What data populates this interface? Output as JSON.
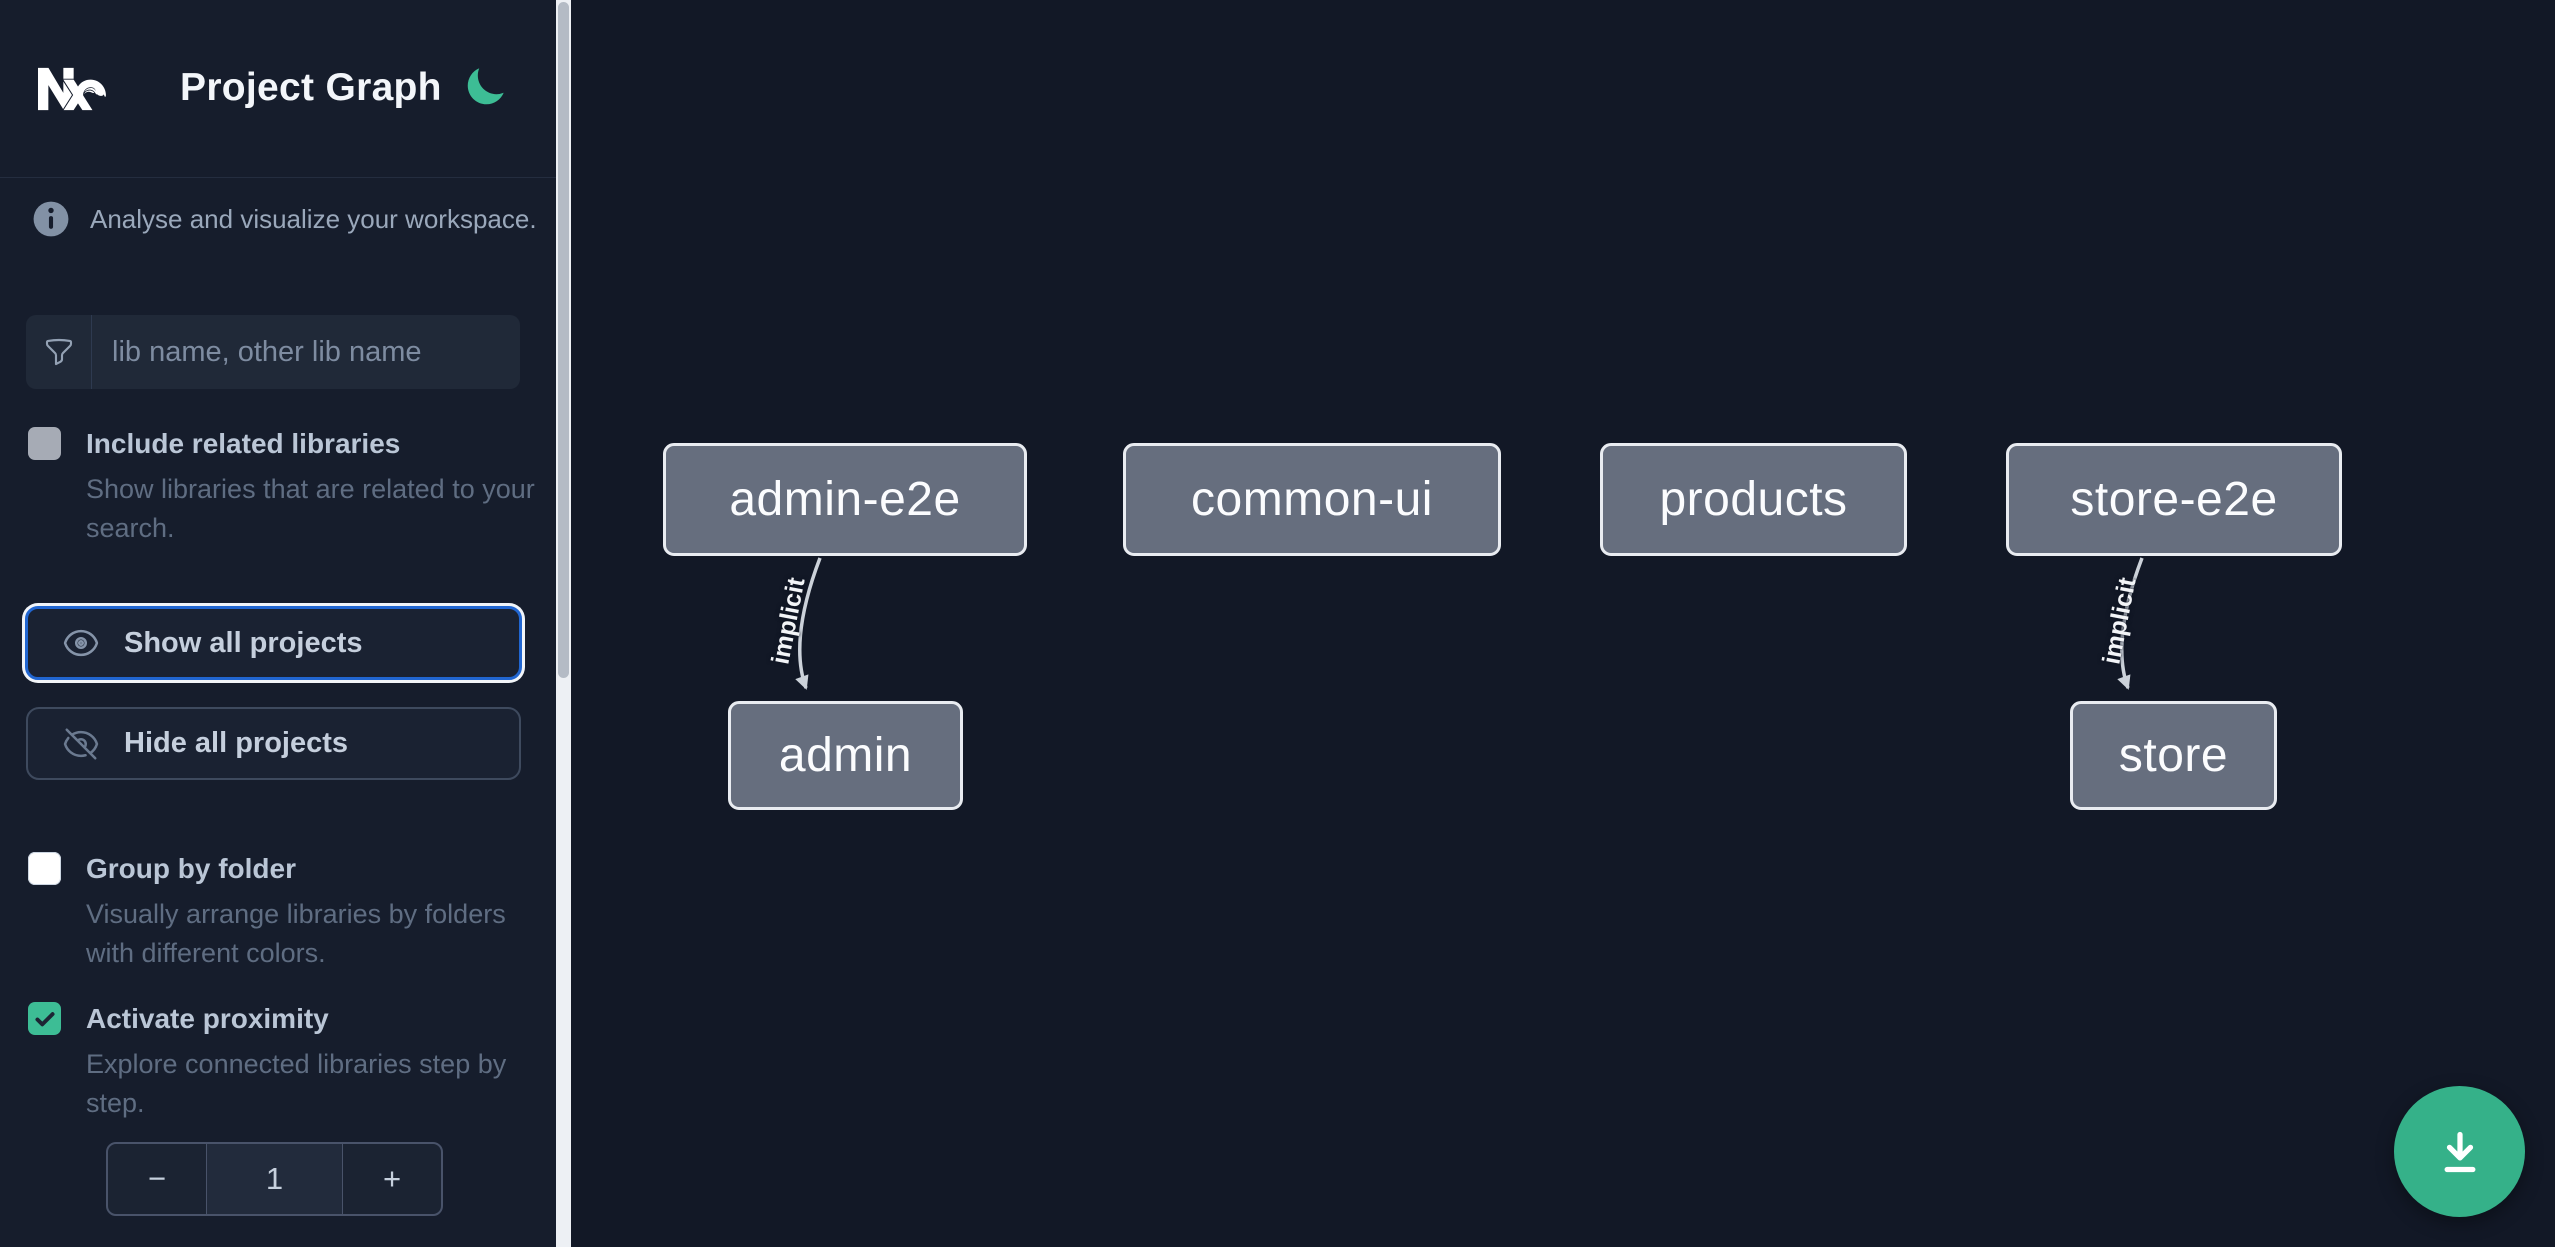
{
  "header": {
    "title": "Project Graph",
    "logo_icon": "nx-logo",
    "theme_toggle_icon": "moon-icon"
  },
  "sidebar": {
    "tagline": "Analyse and visualize your workspace.",
    "tagline_icon": "info-icon",
    "filter": {
      "icon": "funnel-icon",
      "placeholder": "lib name, other lib name",
      "value": ""
    },
    "include_related": {
      "label": "Include related libraries",
      "description": "Show libraries that are related to your search.",
      "checked": false
    },
    "show_all": {
      "label": "Show all projects",
      "icon": "eye-icon",
      "focused": true
    },
    "hide_all": {
      "label": "Hide all projects",
      "icon": "eye-off-icon"
    },
    "group_by_folder": {
      "label": "Group by folder",
      "description": "Visually arrange libraries by folders with different colors.",
      "checked": false
    },
    "activate_proximity": {
      "label": "Activate proximity",
      "description": "Explore connected libraries step by step.",
      "checked": true
    },
    "proximity_stepper": {
      "decrement_label": "−",
      "value": "1",
      "increment_label": "+"
    }
  },
  "graph": {
    "nodes": [
      {
        "label": "admin-e2e"
      },
      {
        "label": "common-ui"
      },
      {
        "label": "products"
      },
      {
        "label": "store-e2e"
      },
      {
        "label": "admin"
      },
      {
        "label": "store"
      }
    ],
    "edges": [
      {
        "from": "admin-e2e",
        "to": "admin",
        "label": "implicit"
      },
      {
        "from": "store-e2e",
        "to": "store",
        "label": "implicit"
      }
    ]
  },
  "fab": {
    "icon": "download-icon"
  },
  "colors": {
    "accent_green": "#35b189",
    "checkbox_green": "#3dbd95",
    "focus_blue": "#2166d1",
    "sidebar_bg": "#161d2c",
    "canvas_bg": "#121826",
    "node_fill": "#666e7e",
    "node_border": "#e9ecf1",
    "edge_stroke": "#ccd2da"
  }
}
